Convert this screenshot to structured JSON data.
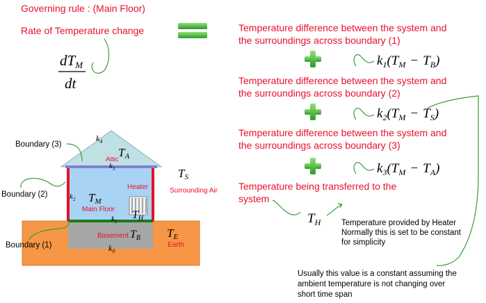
{
  "header": {
    "governing_rule": "Governing rule : (Main Floor)",
    "rate_label": "Rate of Temperature change"
  },
  "derivative": {
    "numerator_d": "d",
    "numerator_T": "T",
    "numerator_sub": "M",
    "denominator": "dt"
  },
  "terms": [
    {
      "line1": "Temperature difference between the system and",
      "line2": "the surroundings  across boundary (1)",
      "k": "k",
      "k_sub": "1",
      "paren_open": "(",
      "T1": "T",
      "T1_sub": "M",
      "minus": "−",
      "T2": "T",
      "T2_sub": "B",
      "paren_close": ")"
    },
    {
      "line1": "Temperature difference between the system and",
      "line2": "the surroundings  across boundary (2)",
      "k": "k",
      "k_sub": "2",
      "paren_open": "(",
      "T1": "T",
      "T1_sub": "M",
      "minus": "−",
      "T2": "T",
      "T2_sub": "S",
      "paren_close": ")"
    },
    {
      "line1": "Temperature difference between the system and",
      "line2": "the surroundings  across boundary (3)",
      "k": "k",
      "k_sub": "3",
      "paren_open": "(",
      "T1": "T",
      "T1_sub": "M",
      "minus": "−",
      "T2": "T",
      "T2_sub": "A",
      "paren_close": ")"
    }
  ],
  "heater_term": {
    "line1": "Temperature being transferred to the",
    "line2": "system",
    "symbol": "T",
    "symbol_sub": "H",
    "note1": "Temperature provided by Heater",
    "note2": "Normally this is set to be constant",
    "note3": "for simplicity"
  },
  "ambient_note": {
    "line1": "Usually this value is a constant assuming the",
    "line2": "ambient temperature is not changing over",
    "line3": "short time span"
  },
  "house": {
    "boundary3": "Boundary (3)",
    "boundary2": "Boundary (2)",
    "boundary1": "Boundary (1)",
    "attic": "Attic",
    "main_floor": "Main Floor",
    "basement": "Basement",
    "heater": "Heater",
    "surrounding_air": "Surrounding Air",
    "earth": "Earth",
    "k0": "k",
    "k0_sub": "0",
    "k1": "k",
    "k1_sub": "1",
    "k2": "k",
    "k2_sub": "2",
    "k3": "k",
    "k3_sub": "3",
    "k4": "k",
    "k4_sub": "4",
    "TA": "T",
    "TA_sub": "A",
    "TM": "T",
    "TM_sub": "M",
    "TH": "T",
    "TH_sub": "H",
    "TB": "T",
    "TB_sub": "B",
    "TS": "T",
    "TS_sub": "S",
    "TE": "T",
    "TE_sub": "E"
  },
  "colors": {
    "text_red": "#e8102a",
    "plus_green": "#4bb83a",
    "equals_green": "#4bb83a",
    "arrow_green": "#3a9a3a",
    "attic_fill": "#bfe0e4",
    "main_fill": "#a9d3f5",
    "basement_fill": "#a6a6a6",
    "earth_fill": "#f79646",
    "wall_red": "#e8102a",
    "floor_green": "#1a7a1a",
    "roof_line": "#8080d0"
  }
}
